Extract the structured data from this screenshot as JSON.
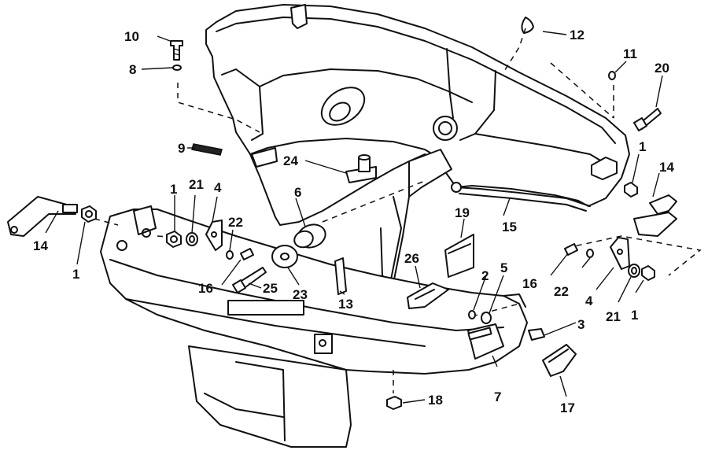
{
  "callouts": {
    "c1a": "1",
    "c1b": "1",
    "c1c": "1",
    "c1d": "1",
    "c2": "2",
    "c3": "3",
    "c4a": "4",
    "c4b": "4",
    "c5": "5",
    "c6": "6",
    "c7": "7",
    "c8": "8",
    "c9": "9",
    "c10": "10",
    "c11": "11",
    "c12": "12",
    "c13": "13",
    "c14a": "14",
    "c14b": "14",
    "c15": "15",
    "c16a": "16",
    "c16b": "16",
    "c17": "17",
    "c18": "18",
    "c19": "19",
    "c20": "20",
    "c21a": "21",
    "c21b": "21",
    "c22a": "22",
    "c22b": "22",
    "c23": "23",
    "c24": "24",
    "c25": "25",
    "c26": "26"
  }
}
